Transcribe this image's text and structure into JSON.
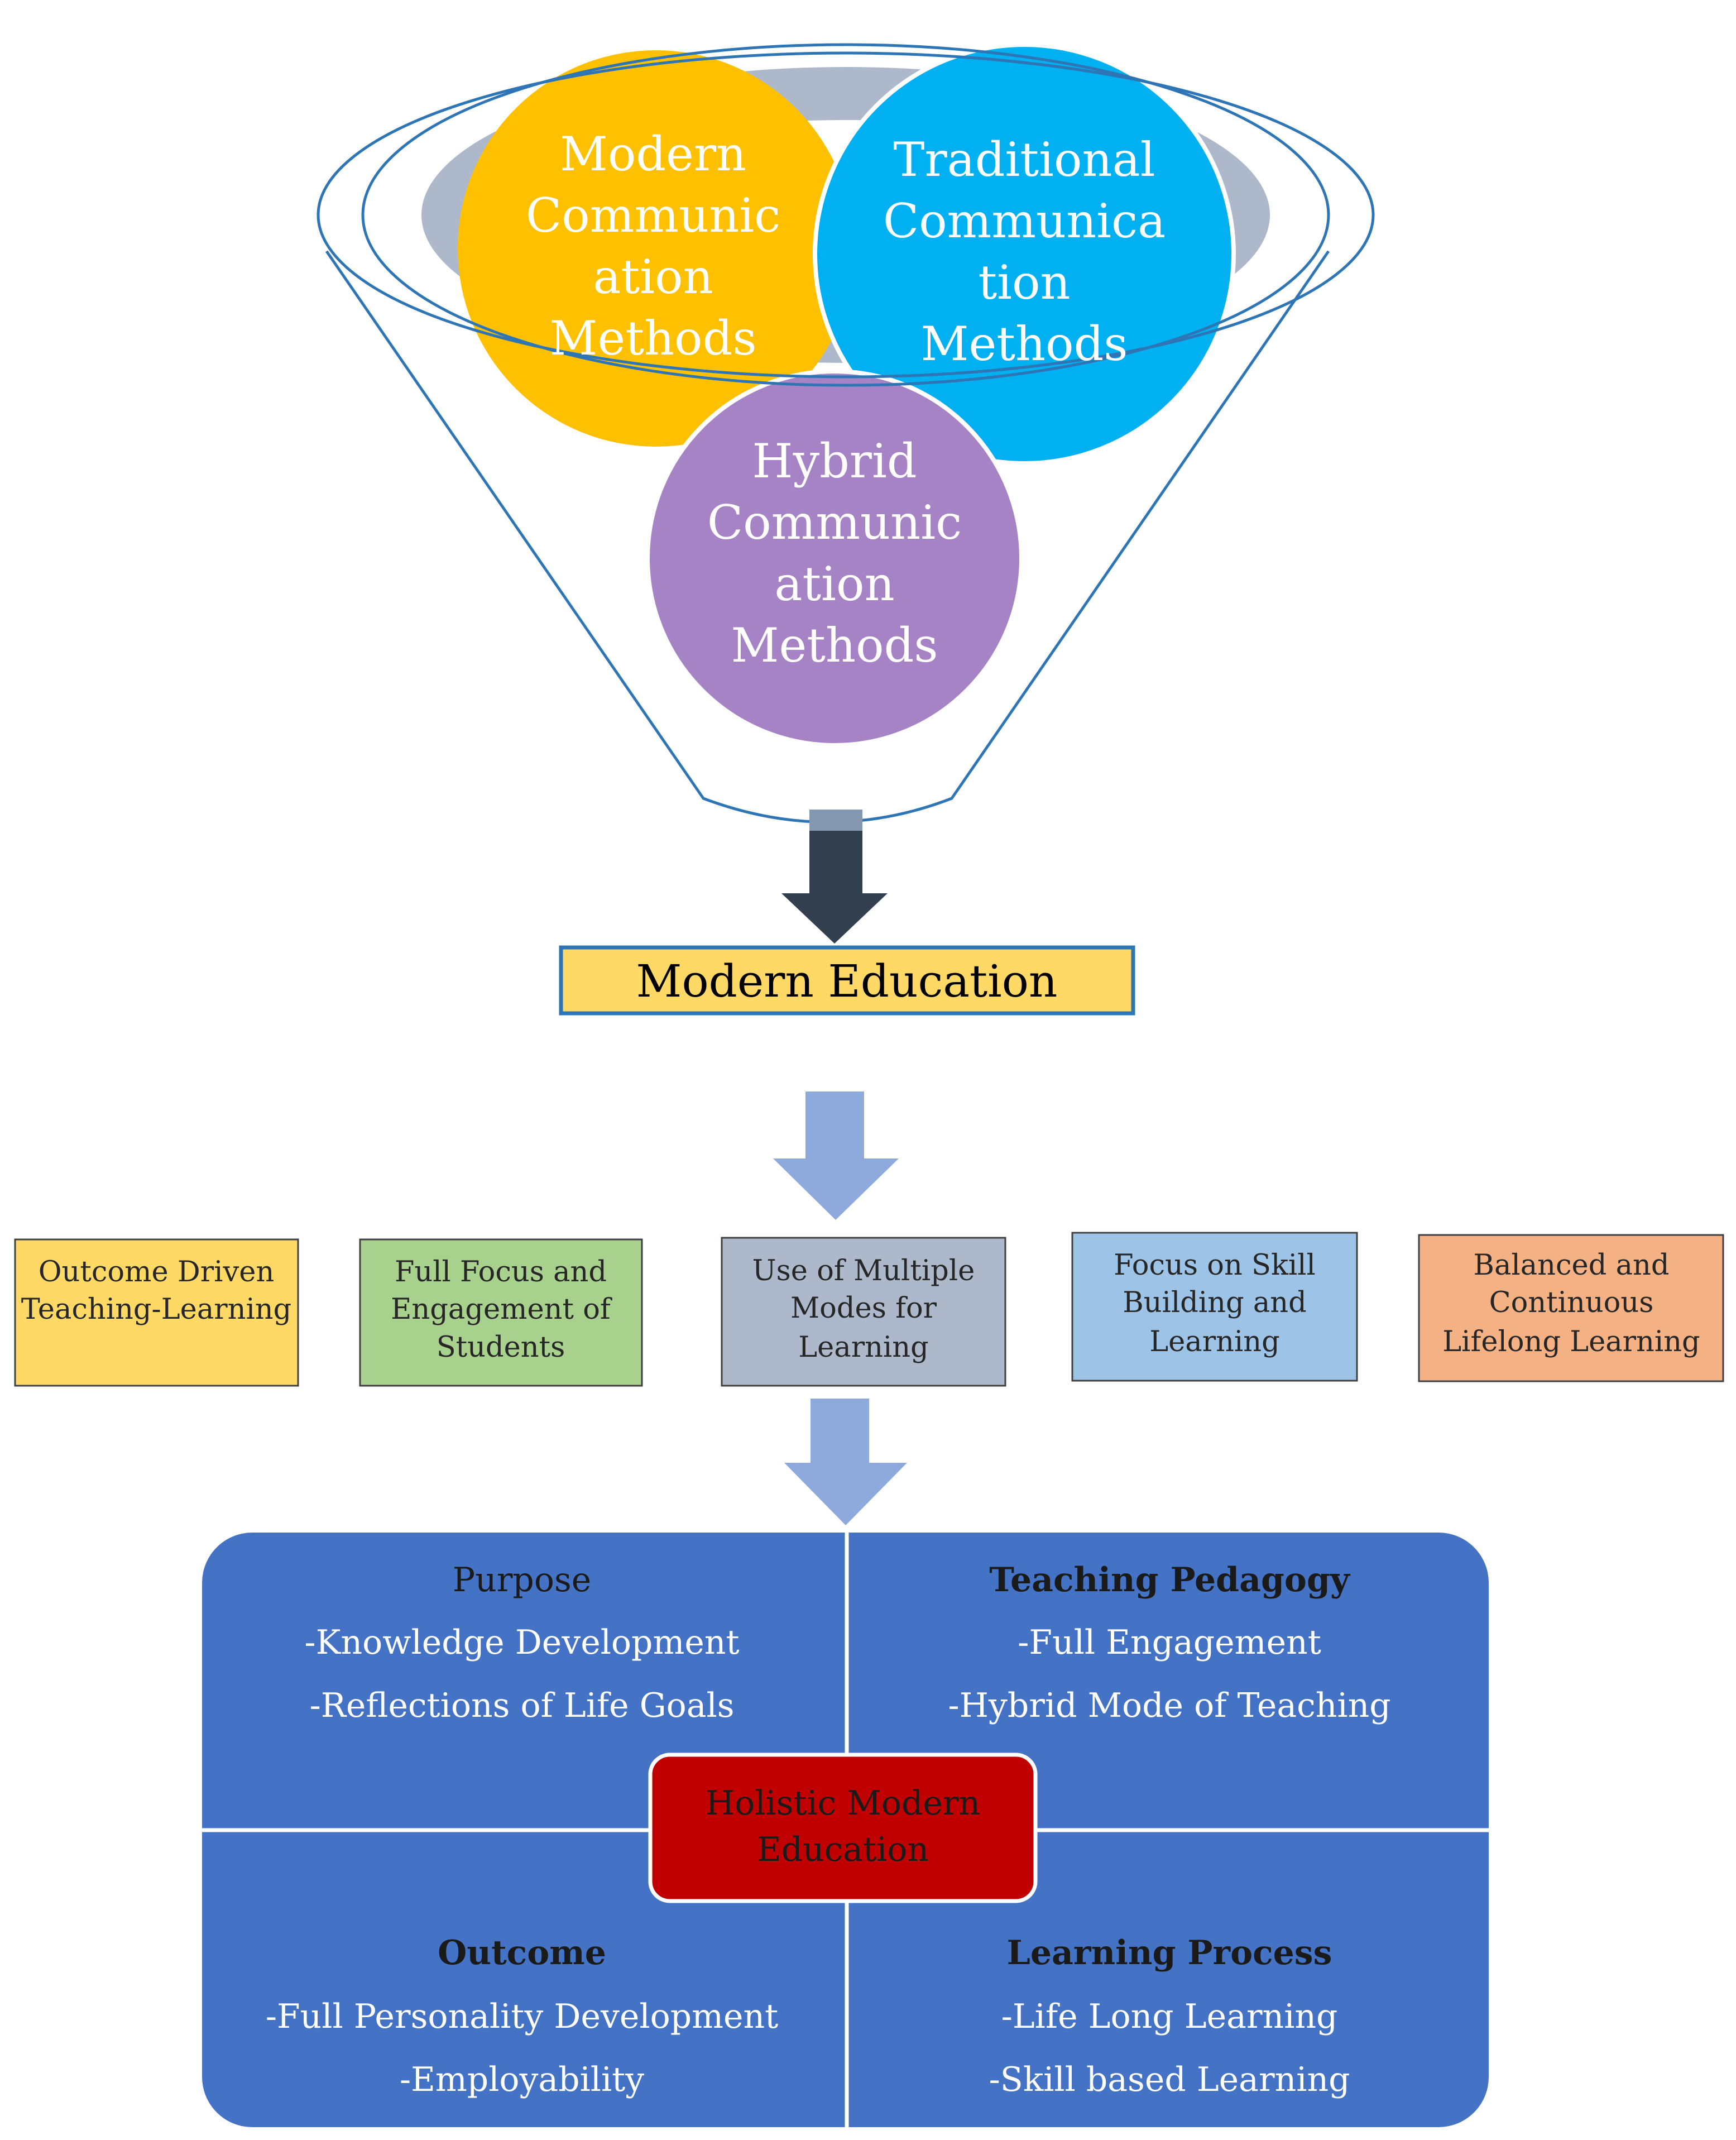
{
  "funnel": {
    "circles": [
      {
        "id": "modern",
        "lines": [
          "Modern",
          "Communic",
          "ation",
          "Methods"
        ],
        "color": "#FFC000"
      },
      {
        "id": "traditional",
        "lines": [
          "Traditional",
          "Communica",
          "tion",
          "Methods"
        ],
        "color": "#00B0F0"
      },
      {
        "id": "hybrid",
        "lines": [
          "Hybrid",
          "Communic",
          "ation",
          "Methods"
        ],
        "color": "#A683C5"
      }
    ]
  },
  "modern_education_label": "Modern Education",
  "features": [
    {
      "lines": [
        "Outcome Driven",
        "Teaching-Learning"
      ],
      "color": "#FFD966"
    },
    {
      "lines": [
        "Full Focus and",
        "Engagement of",
        "Students"
      ],
      "color": "#A9D18E"
    },
    {
      "lines": [
        "Use of Multiple",
        "Modes for",
        "Learning"
      ],
      "color": "#ADB9CA"
    },
    {
      "lines": [
        "Focus on Skill",
        "Building and",
        "Learning"
      ],
      "color": "#9DC3E6"
    },
    {
      "lines": [
        "Balanced and",
        "Continuous",
        "Lifelong Learning"
      ],
      "color": "#F4B183"
    }
  ],
  "quadrants": {
    "top_left": {
      "title": "Purpose",
      "items": [
        "-Knowledge Development",
        "-Reflections of Life Goals"
      ]
    },
    "top_right": {
      "title": "Teaching Pedagogy",
      "items": [
        "-Full Engagement",
        "-Hybrid Mode of Teaching"
      ]
    },
    "bottom_left": {
      "title": "Outcome",
      "items": [
        "-Full Personality Development",
        "-Employability"
      ]
    },
    "bottom_right": {
      "title": "Learning Process",
      "items": [
        "-Life Long Learning",
        "-Skill based Learning"
      ]
    }
  },
  "center_label": [
    "Holistic Modern",
    "Education"
  ],
  "colors": {
    "panel_blue": "#4472C4",
    "center_red": "#C00000",
    "dark_arrow": "#323F4F",
    "light_arrow": "#8EA9DB",
    "funnel_outline": "#2E75B6",
    "funnel_fill": "#ADB9CA"
  }
}
